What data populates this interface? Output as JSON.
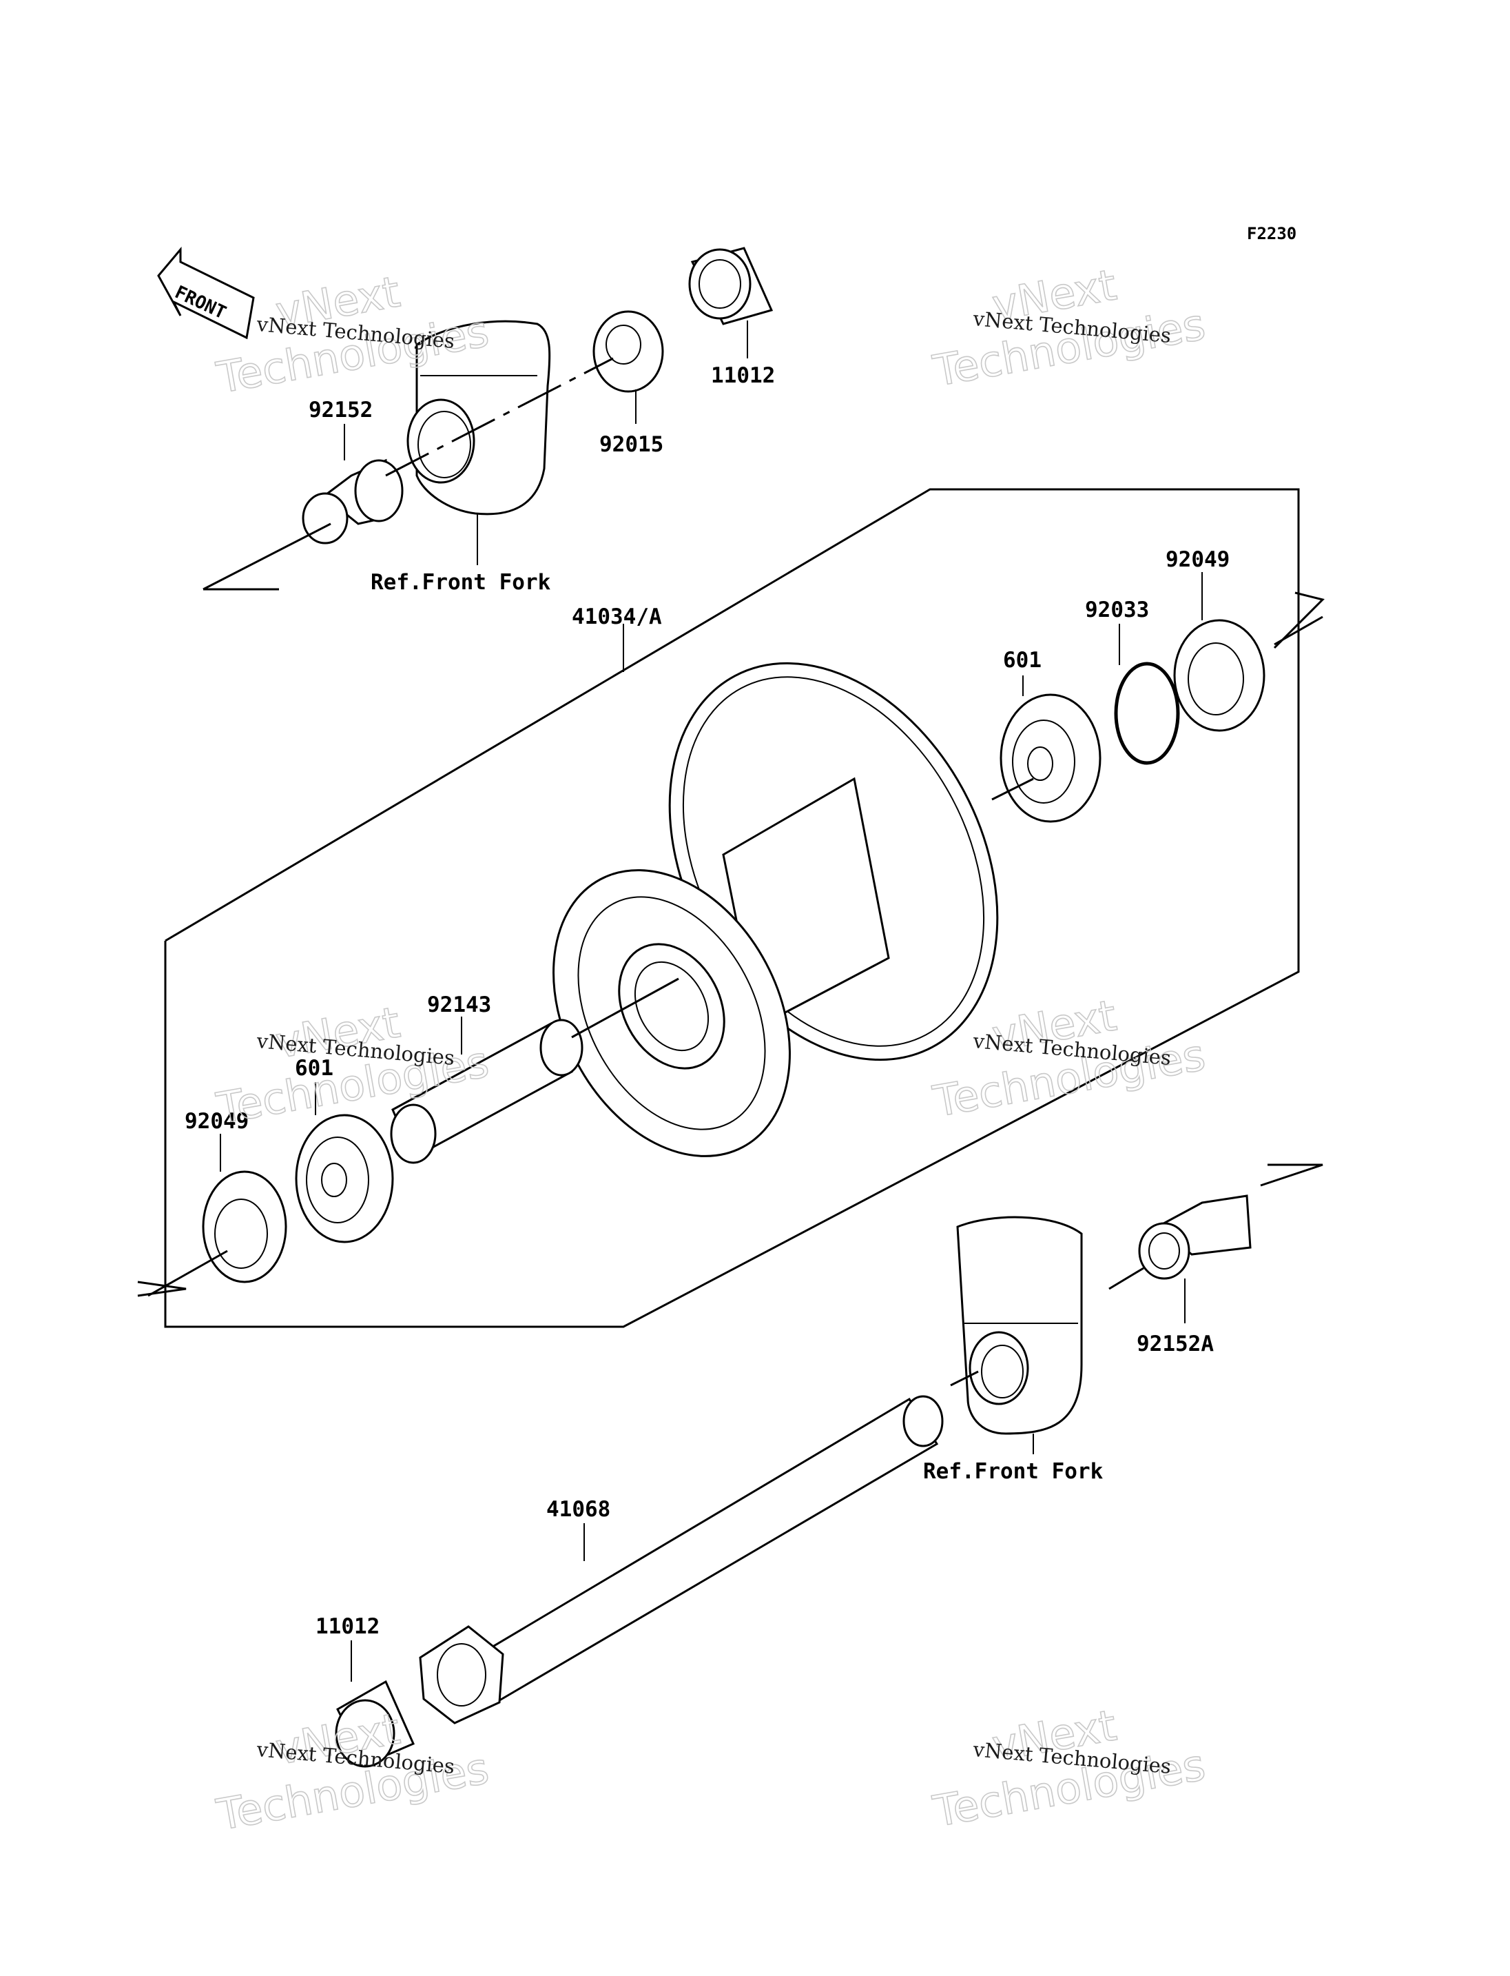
{
  "figure_code": "F2230",
  "front_indicator": "FRONT",
  "callouts": {
    "p_92152": "92152",
    "p_92015": "92015",
    "p_11012_top": "11012",
    "ref_fork_top": "Ref.Front Fork",
    "p_41034A": "41034/A",
    "p_92049_right": "92049",
    "p_92033": "92033",
    "p_601_right": "601",
    "p_92143": "92143",
    "p_601_left": "601",
    "p_92049_left": "92049",
    "p_92152A": "92152A",
    "ref_fork_bottom": "Ref.Front Fork",
    "p_41068": "41068",
    "p_11012_bottom": "11012"
  },
  "watermark": {
    "line1": "vNext Technologies",
    "line2": "vNext",
    "line3": "Technologies"
  }
}
